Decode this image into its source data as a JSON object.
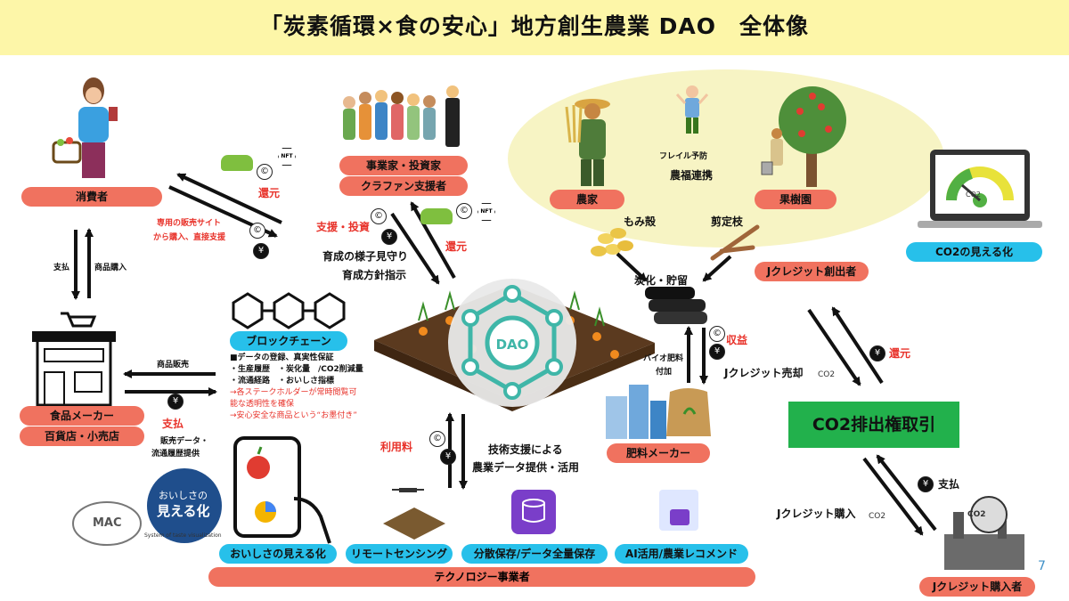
{
  "title": "「炭素循環×食の安心」地方創生農業 DAO　全体像",
  "page_number": "7",
  "center": {
    "label": "DAO"
  },
  "labels": {
    "consumer": "消費者",
    "investor": "事業家・投資家",
    "crowdfunding": "クラファン支援者",
    "farmer": "農家",
    "orchard": "果樹園",
    "jcredit_creator": "Jクレジット創出者",
    "co2_visual": "CO2の見える化",
    "blockchain": "ブロックチェーン",
    "food_maker": "食品メーカー",
    "retail": "百貨店・小売店",
    "fertilizer_maker": "肥料メーカー",
    "trade": "CO2排出権取引",
    "jcredit_buyer": "Jクレジット購入者",
    "taste_visual": "おいしさの見える化",
    "remote_sensing": "リモートセンシング",
    "distributed_storage": "分散保存/データ全量保存",
    "ai": "AI活用/農業レコメンド",
    "tech_vendor": "テクノロジー事業者"
  },
  "texts": {
    "refund1": "還元",
    "refund2": "還元",
    "refund3": "還元",
    "direct_sale": "専用の販売サイト",
    "direct_sale2": "から購入、直接支援",
    "support_invest": "支援・投資",
    "watch_growth": "育成の様子見守り",
    "growth_policy": "育成方針指示",
    "payment": "支払",
    "purchase": "商品購入",
    "product_sale": "商品販売",
    "payment_red": "支払",
    "sales_data": "販売データ・",
    "distribution_data": "流通履歴提供",
    "frail_prevention": "フレイル予防",
    "agri_welfare": "農福連携",
    "rice_husk": "もみ殻",
    "pruned_branch": "剪定枝",
    "carbonize": "炭化・貯留",
    "profit": "収益",
    "bio_fert": "バイオ肥料",
    "bio_fert2": "付加",
    "jcredit_sale": "Jクレジット売却",
    "usage_fee": "利用料",
    "tech_support": "技術支援による",
    "agri_data": "農業データ提供・活用",
    "payment_trade": "支払",
    "jcredit_purchase": "Jクレジット購入",
    "co2_mark": "CO2",
    "taste_logo_1": "おいしさの",
    "taste_logo_2": "見える化",
    "taste_logo_sub": "System of taste visualization",
    "mac_logo": "MAC"
  },
  "blockchain_list": [
    "■データの登録、真実性保証",
    "・生産履歴　・炭化量　/CO2削減量",
    "・流通経路　・おいしさ指標",
    "→各ステークホルダーが常時閲覧可",
    "能な透明性を確保",
    "→安心安全な商品という“お墨付き”"
  ],
  "icons": {
    "coin": "©",
    "yen": "¥",
    "nft": "NFT"
  },
  "colors": {
    "header_bg": "#fdf6a8",
    "label_red": "#f0725f",
    "label_cyan": "#27c0ea",
    "trade_green": "#22b14c",
    "accent_red": "#e8322a",
    "dao_teal": "#3fb6a8"
  }
}
